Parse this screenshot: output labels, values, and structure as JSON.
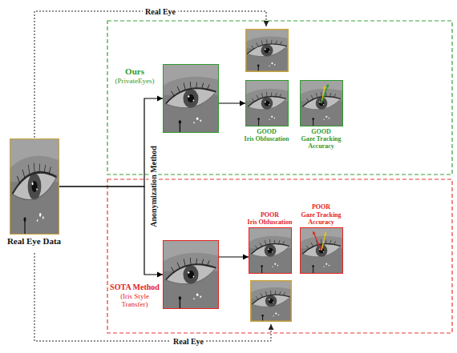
{
  "diagram": {
    "nodes": [
      {
        "text": [
          "Real Eye Data"
        ]
      },
      {
        "text": [
          "Ours",
          "(PrivateEyes)"
        ]
      },
      {
        "text": [
          "GOOD",
          "Iris Obfuscation"
        ]
      },
      {
        "text": [
          "GOOD",
          "Gaze Tracking Accuracy"
        ]
      },
      {
        "text": [
          "SOTA Method",
          "(Iris Style Transfer)"
        ]
      },
      {
        "text": [
          "POOR",
          "Iris Obfuscation"
        ]
      },
      {
        "text": [
          "POOR",
          "Gaze Tracking Accuracy"
        ]
      }
    ],
    "edges": [
      {
        "from": 0,
        "to": 1,
        "arrow": "to"
      },
      {
        "from": 0,
        "to": 4,
        "arrow": "to"
      },
      {
        "from": 1,
        "to": 2,
        "arrow": "to"
      },
      {
        "from": 4,
        "to": 5,
        "arrow": "to"
      }
    ],
    "labels": [
      "Real Eye",
      "Anonymization Method",
      "Real Eye"
    ]
  }
}
